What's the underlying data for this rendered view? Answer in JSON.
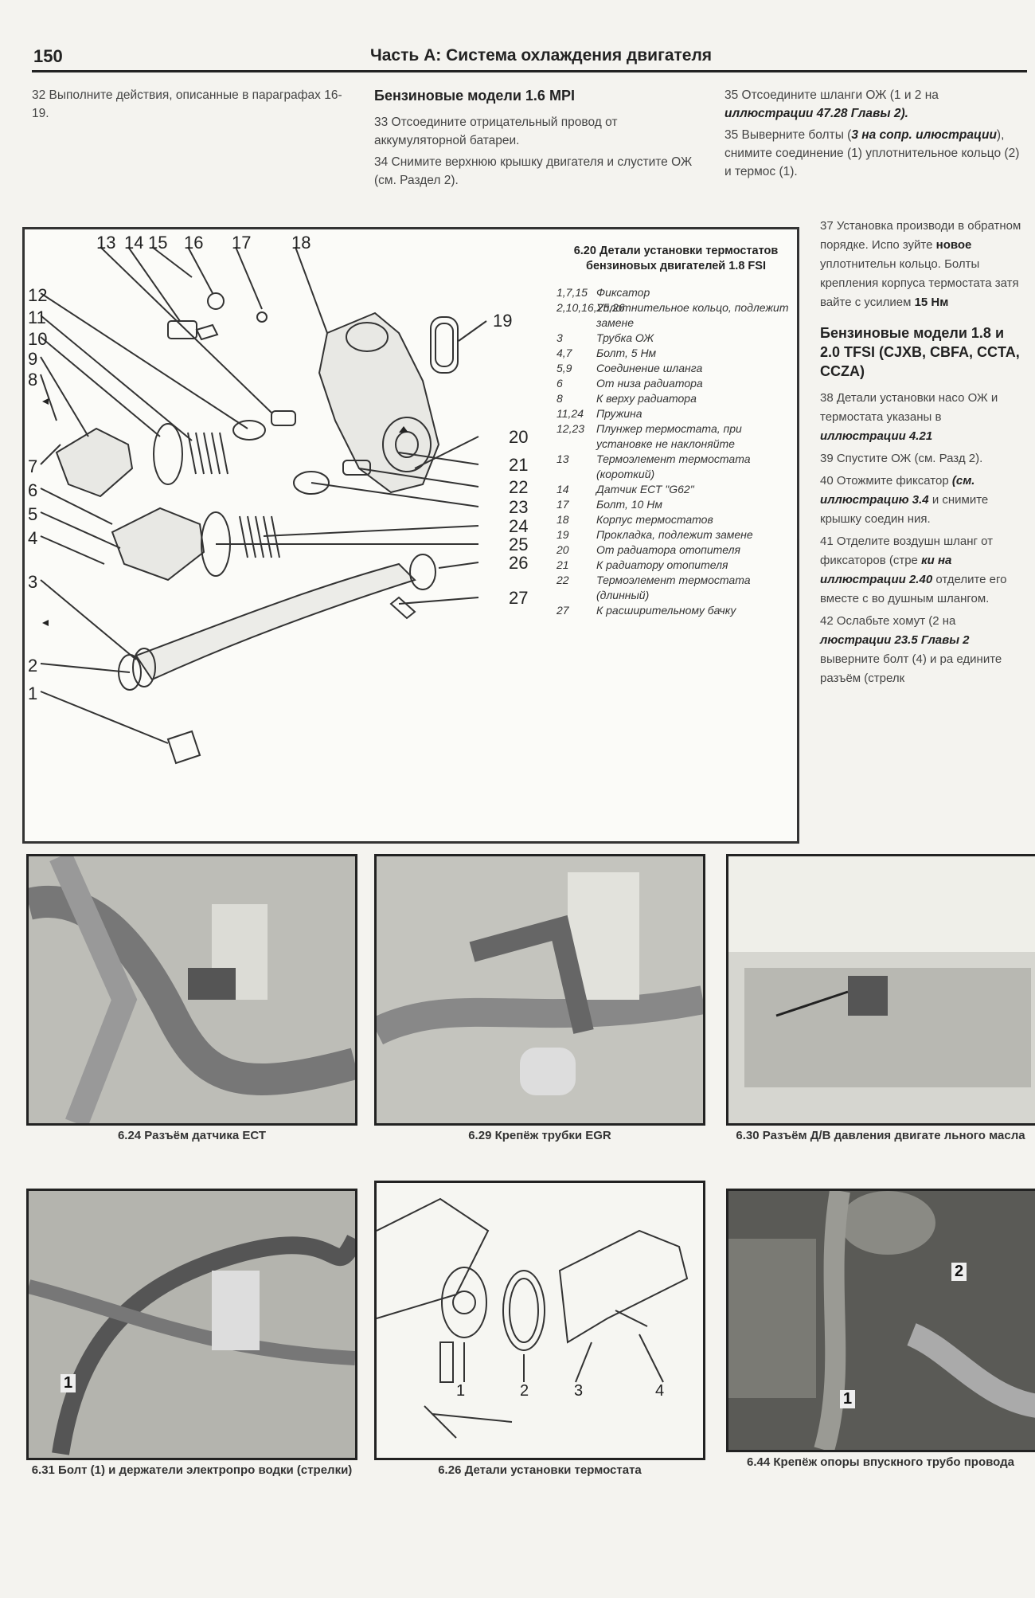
{
  "header": {
    "page_number": "150",
    "title": "Часть А: Система охлаждения двигателя"
  },
  "left_column": {
    "p32": "32 Выполните действия, описанные в параграфах 16-19."
  },
  "middle_column": {
    "section_title": "Бензиновые модели 1.6 MPI",
    "p33": "33 Отсоедините отрицательный провод от аккумуляторной батареи.",
    "p34": "34 Снимите верхнюю крышку двигателя и слустите ОЖ (см. Раздел 2)."
  },
  "right_column": {
    "p35a_pre": "35 Отсоедините шланги ОЖ (1 и 2 на",
    "p35a_bold": "иллюстрации 47.28 Главы 2).",
    "p35b_pre": "35 Выверните болты (",
    "p35b_bold1": "3 на сопр. и",
    "p35b_bold2": "люстрации",
    "p35b_post": "), снимите соединение (1) уплотнительное кольцо (2) и термос (1)."
  },
  "side_column": {
    "p37_pre": "37 Установка производи в обратном порядке. Испо зуйте",
    "p37_bold": "новое",
    "p37_mid": "уплотнительн кольцо. Болты крепления корпуса термостата затя вайте с усилием",
    "p37_torque": "15 Нм",
    "section_title": "Бензиновые модели 1.8 и 2.0 TFSI (CJXB, CBFA, CCTA, CCZA)",
    "p38_pre": "38 Детали установки насо ОЖ и термостата указаны в",
    "p38_bold": "иллюстрации 4.21",
    "p39": "39 Спустите ОЖ (см. Разд 2).",
    "p40_pre": "40 Отожмите фиксатор",
    "p40_bold": "(см. иллюстрацию 3.4",
    "p40_post": "и снимите крышку соедин ния.",
    "p41_pre": "41 Отделите воздушн шланг от фиксаторов (стре",
    "p41_bold": "ки на иллюстрации 2.40",
    "p41_post": "отделите его вместе с во душным шлангом.",
    "p42_pre": "42 Ослабьте хомут (2 на",
    "p42_bold": "люстрации 23.5 Главы 2",
    "p42_post": "выверните болт (4) и ра едините разъём (стрелк"
  },
  "diagram": {
    "legend_title": "6.20 Детали установки термостатов бензиновых двигателей 1.8 FSI",
    "legend": [
      {
        "num": "1,7,15",
        "text": "Фиксатор"
      },
      {
        "num": "2,10,16,25,26",
        "text": "Уплотнительное кольцо, подлежит замене"
      },
      {
        "num": "3",
        "text": "Трубка ОЖ"
      },
      {
        "num": "4,7",
        "text": "Болт, 5 Нм"
      },
      {
        "num": "5,9",
        "text": "Соединение шланга"
      },
      {
        "num": "6",
        "text": "От низа радиатора"
      },
      {
        "num": "8",
        "text": "К верху радиатора"
      },
      {
        "num": "11,24",
        "text": "Пружина"
      },
      {
        "num": "12,23",
        "text": "Плунжер термостата, при установке не наклоняйте"
      },
      {
        "num": "13",
        "text": "Термоэлемент термостата (короткий)"
      },
      {
        "num": "14",
        "text": "Датчик ЕСТ \"G62\""
      },
      {
        "num": "17",
        "text": "Болт, 10 Нм"
      },
      {
        "num": "18",
        "text": "Корпус термостатов"
      },
      {
        "num": "19",
        "text": "Прокладка, подлежит замене"
      },
      {
        "num": "20",
        "text": "От радиатора отопителя"
      },
      {
        "num": "21",
        "text": "К радиатору отопителя"
      },
      {
        "num": "22",
        "text": "Термоэлемент термостата (длинный)"
      },
      {
        "num": "27",
        "text": "К расширительному бачку"
      }
    ],
    "callouts": [
      "13",
      "14",
      "15",
      "16",
      "17",
      "18",
      "12",
      "11",
      "10",
      "9",
      "8",
      "7",
      "6",
      "5",
      "4",
      "3",
      "2",
      "1",
      "19",
      "20",
      "21",
      "22",
      "23",
      "24",
      "25",
      "26",
      "27"
    ]
  },
  "photos": {
    "p624": "6.24 Разъём датчика ЕСТ",
    "p629": "6.29 Крепёж трубки EGR",
    "p630": "6.30 Разъём Д/В давления двигате льного масла",
    "p631": "6.31 Болт (1) и держатели электропро водки (стрелки)",
    "p626": "6.26 Детали установки термостата",
    "p626_labels": [
      "1",
      "2",
      "3",
      "4"
    ],
    "p644": "6.44 Крепёж опоры впускного трубо провода",
    "p631_label": "1",
    "p644_labels": [
      "1",
      "2"
    ]
  }
}
